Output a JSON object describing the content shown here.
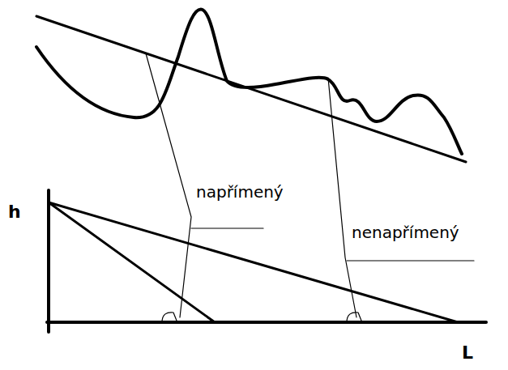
{
  "diagram": {
    "labels": [
      "h",
      "napřímený",
      "nenapřímený",
      "L"
    ]
  }
}
